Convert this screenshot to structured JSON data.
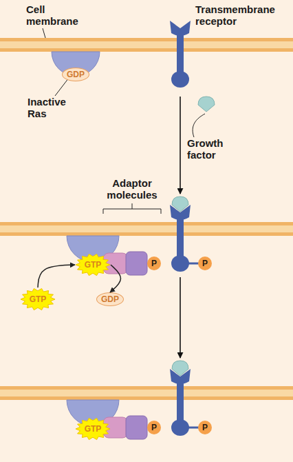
{
  "diagram": {
    "nodes": [
      {
        "text": [
          "GDP"
        ]
      },
      {
        "text": [
          "GTP"
        ]
      },
      {
        "text": [
          "P"
        ]
      },
      {
        "text": [
          "P"
        ]
      },
      {
        "text": [
          "GTP"
        ]
      },
      {
        "text": [
          "GDP"
        ]
      },
      {
        "text": [
          "GTP"
        ]
      },
      {
        "text": [
          "P"
        ]
      },
      {
        "text": [
          "P"
        ]
      }
    ],
    "edges": [
      {
        "from": 4,
        "to": 1,
        "arrow": "to"
      },
      {
        "from": 1,
        "to": 5,
        "arrow": "to"
      }
    ],
    "labels": [
      "Cell membrane",
      "Transmembrane receptor",
      "Inactive Ras",
      "Growth factor",
      "Adaptor molecules"
    ]
  }
}
